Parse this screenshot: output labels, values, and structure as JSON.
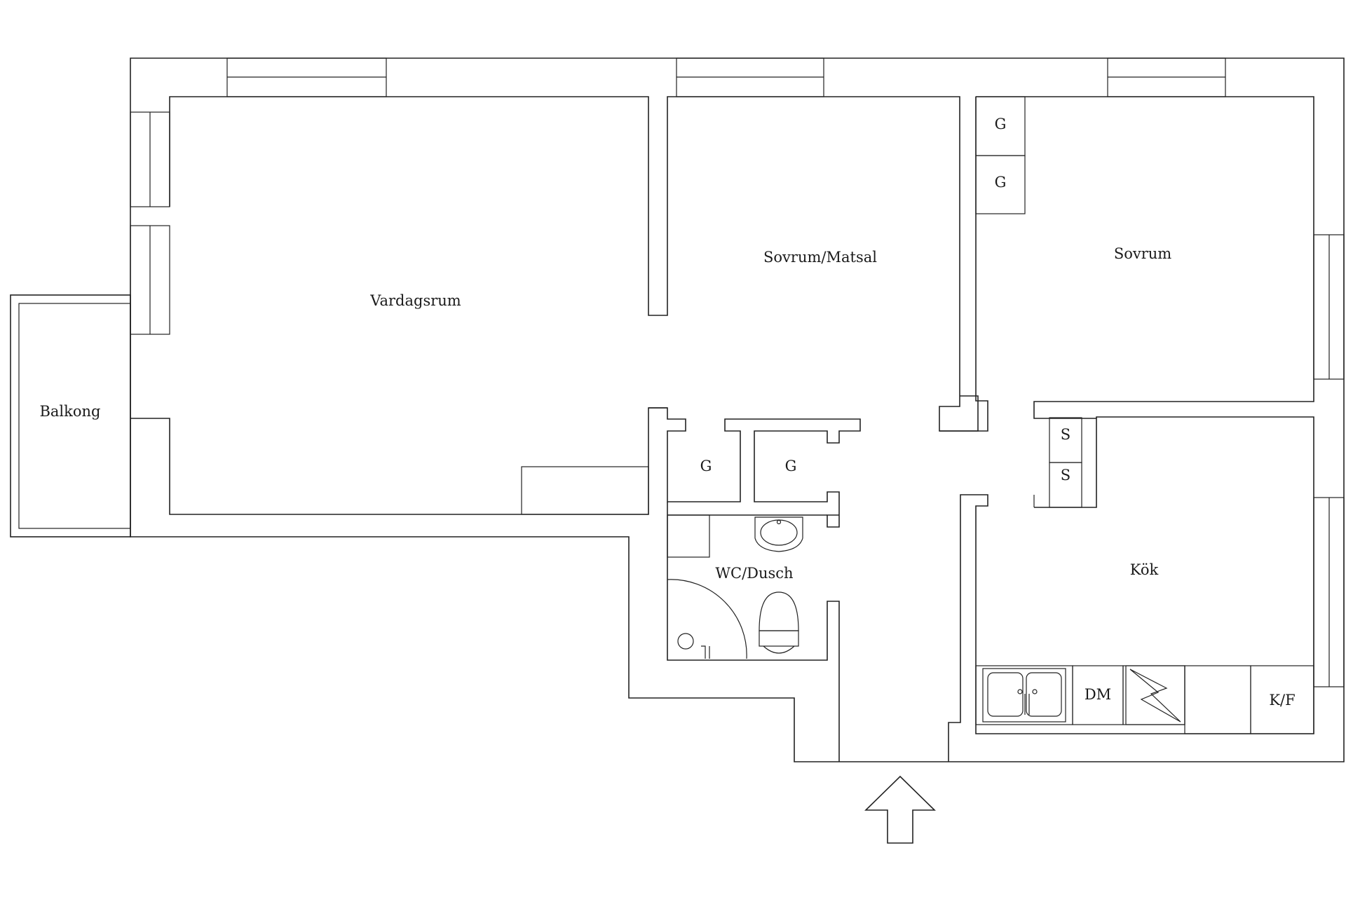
{
  "rooms": {
    "vardagsrum": "Vardagsrum",
    "sovrum_matsal": "Sovrum/Matsal",
    "sovrum": "Sovrum",
    "balkong": "Balkong",
    "wc_dusch": "WC/Dusch",
    "kok": "Kök"
  },
  "closets": {
    "g": "G",
    "s": "S"
  },
  "appliances": {
    "dm": "DM",
    "kf": "K/F"
  },
  "icons": [
    "entrance-arrow-icon",
    "sink-icon",
    "toilet-icon",
    "double-sink-icon",
    "stove-icon",
    "shower-icon"
  ],
  "colors": {
    "line": "#222222",
    "text": "#1a1a1a",
    "background": "#ffffff"
  }
}
